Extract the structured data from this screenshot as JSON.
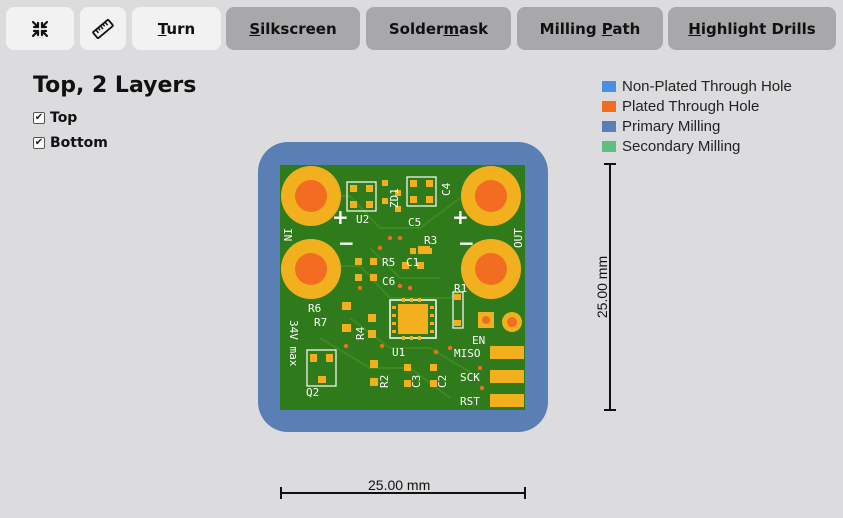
{
  "toolbar": {
    "fit_icon": "fit-to-screen-icon",
    "ruler_icon": "ruler-icon",
    "turn": {
      "pre": "",
      "key": "T",
      "post": "urn"
    },
    "silkscreen": {
      "pre": "",
      "key": "S",
      "post": "ilkscreen"
    },
    "soldermask": {
      "pre": "Solder",
      "key": "m",
      "post": "ask"
    },
    "milling_path": {
      "pre": "Milling ",
      "key": "P",
      "post": "ath"
    },
    "highlight_drills": {
      "pre": "",
      "key": "H",
      "post": "ighlight Drills"
    }
  },
  "view": {
    "title": "Top, 2 Layers",
    "layers": [
      {
        "label": "Top",
        "checked": true
      },
      {
        "label": "Bottom",
        "checked": true
      }
    ]
  },
  "legend": [
    {
      "label": "Non-Plated Through Hole",
      "color": "#4a90e2"
    },
    {
      "label": "Plated Through Hole",
      "color": "#f26d21"
    },
    {
      "label": "Primary Milling",
      "color": "#5a7fb5"
    },
    {
      "label": "Secondary Milling",
      "color": "#5fbf7f"
    }
  ],
  "colors": {
    "board_green": "#2f7a1a",
    "copper": "#f2b01e",
    "drill": "#f26d21",
    "milling": "#5a7fb5",
    "silk": "#ffffff"
  },
  "board": {
    "silk_labels": {
      "u2": "U2",
      "zd1": "ZD1",
      "c4": "C4",
      "c5": "C5",
      "in": "IN",
      "out": "OUT",
      "r3": "R3",
      "r5": "R5",
      "c1": "C1",
      "c6": "C6",
      "r1": "R1",
      "r6": "R6",
      "r7": "R7",
      "r4": "R4",
      "en": "EN",
      "u1": "U1",
      "max": "34V max",
      "miso": "MISO",
      "q2": "Q2",
      "r2": "R2",
      "c3": "C3",
      "c2": "C2",
      "sck": "SCK",
      "rst": "RST",
      "plus": "+",
      "minus": "−"
    }
  },
  "dimensions": {
    "width_label": "25.00 mm",
    "height_label": "25.00 mm"
  }
}
